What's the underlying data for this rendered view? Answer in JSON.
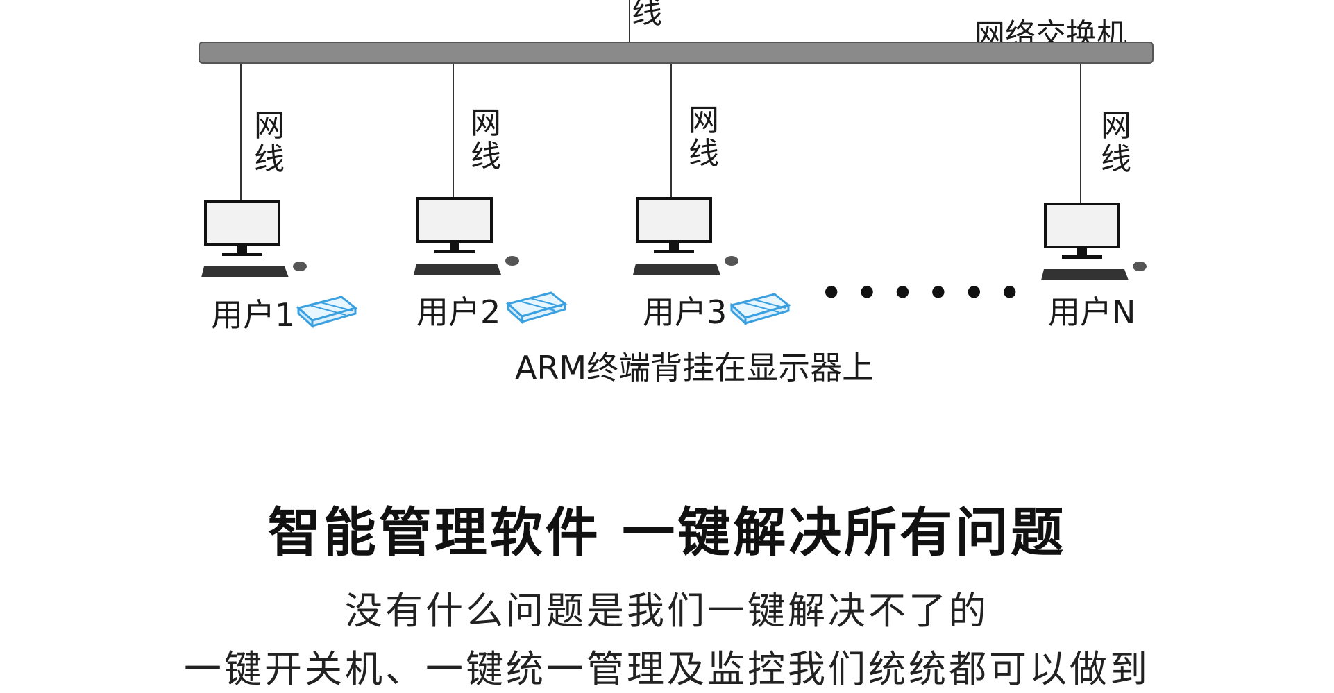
{
  "top_partial_label": "线",
  "switch_label": "网络交换机",
  "cable_labels": [
    "网\n线",
    "网\n线",
    "网\n线",
    "网\n线"
  ],
  "users": [
    "用户1",
    "用户2",
    "用户3",
    "用户N"
  ],
  "ellipsis": "••••••",
  "caption": "ARM终端背挂在显示器上",
  "headline": "智能管理软件 一键解决所有问题",
  "body_lines": [
    "没有什么问题是我们一键解决不了的",
    "一键开关机、一键统一管理及监控我们统统都可以做到"
  ],
  "colors": {
    "switch_bar": "#8a8a8a",
    "arm_terminal": "#3aa0e0"
  }
}
